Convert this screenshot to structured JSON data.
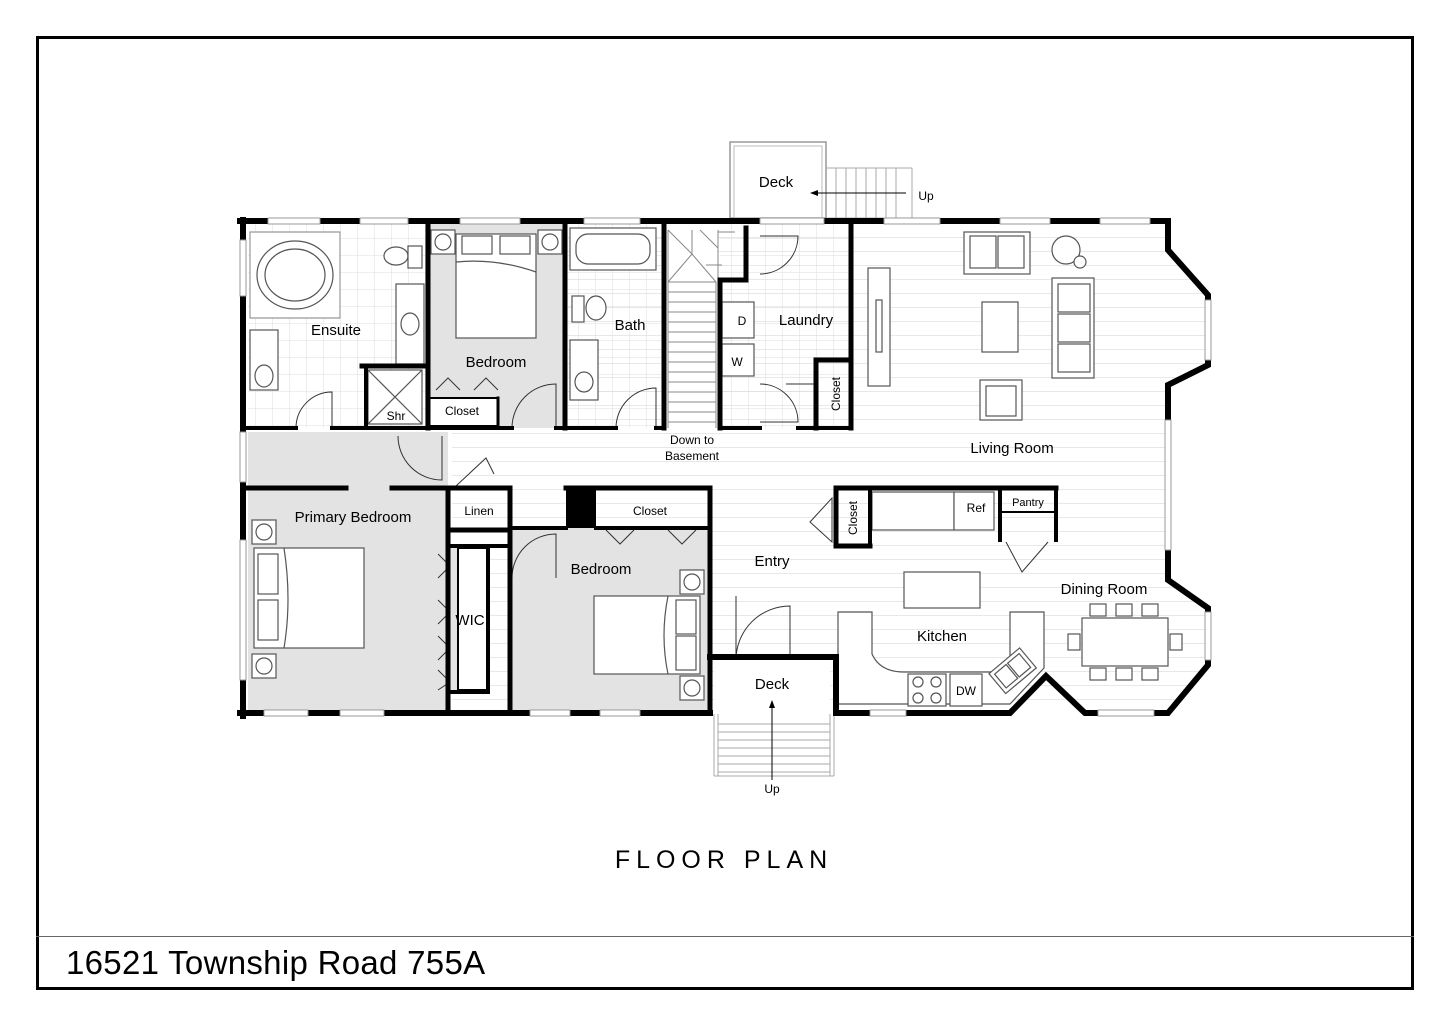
{
  "plan": {
    "title": "FLOOR PLAN",
    "address": "16521 Township Road 755A"
  },
  "rooms": {
    "ensuite": "Ensuite",
    "shower": "Shr",
    "bedroom_top": "Bedroom",
    "closet_top": "Closet",
    "bath": "Bath",
    "laundry": "Laundry",
    "dryer": "D",
    "washer": "W",
    "closet_laundry": "Closet",
    "deck_top": "Deck",
    "up_top": "Up",
    "down_line1": "Down to",
    "down_line2": "Basement",
    "living_room": "Living Room",
    "primary_bedroom": "Primary Bedroom",
    "linen": "Linen",
    "wic": "WIC",
    "bedroom_mid": "Bedroom",
    "closet_mid": "Closet",
    "entry": "Entry",
    "closet_kitchen": "Closet",
    "ref": "Ref",
    "pantry": "Pantry",
    "dining_room": "Dining Room",
    "kitchen": "Kitchen",
    "dw": "DW",
    "deck_bottom": "Deck",
    "up_bottom": "Up"
  },
  "colors": {
    "wall": "#000000",
    "bedroom_fill": "#e3e3e3",
    "tile_grid": "#d9d9d9",
    "floor_lines": "#e6e6e6",
    "fixture": "#555555"
  }
}
